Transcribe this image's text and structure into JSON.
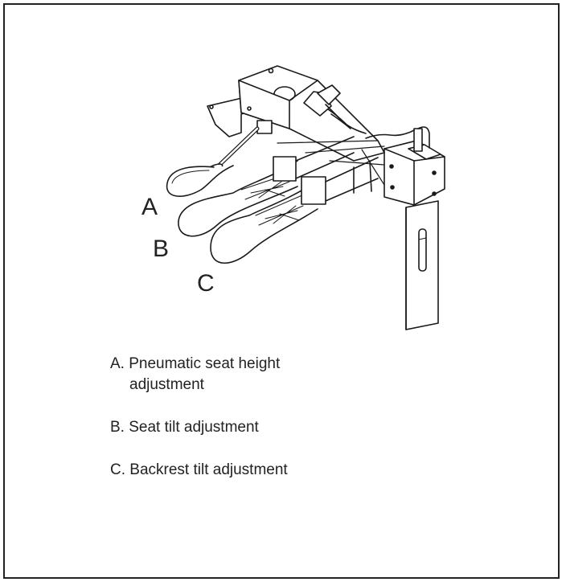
{
  "callouts": {
    "a": "A",
    "b": "B",
    "c": "C"
  },
  "legend": [
    {
      "letter": "A.",
      "line1": "Pneumatic seat height",
      "line2": "adjustment"
    },
    {
      "letter": "B.",
      "line1": "Seat tilt adjustment"
    },
    {
      "letter": "C.",
      "line1": "Backrest tilt adjustment"
    }
  ]
}
